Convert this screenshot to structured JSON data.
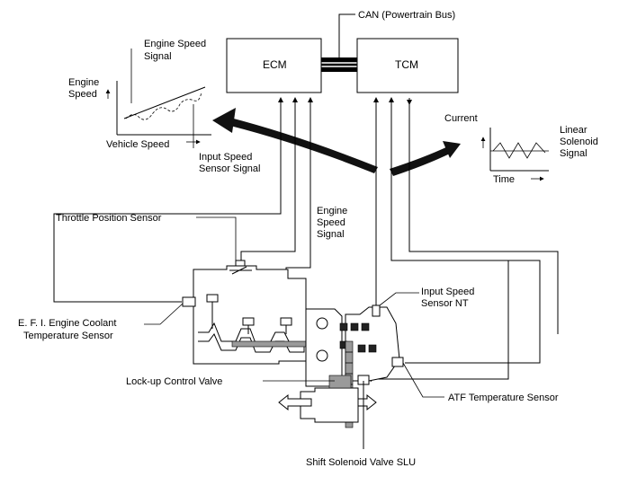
{
  "labels": {
    "can_bus": "CAN (Powertrain Bus)",
    "ecm": "ECM",
    "tcm": "TCM",
    "engine_speed_signal_top_1": "Engine Speed",
    "engine_speed_signal_top_2": "Signal",
    "engine_speed_axis_1": "Engine",
    "engine_speed_axis_2": "Speed",
    "vehicle_speed": "Vehicle Speed",
    "input_speed_sensor_signal_1": "Input Speed",
    "input_speed_sensor_signal_2": "Sensor Signal",
    "current": "Current",
    "linear_solenoid_signal_1": "Linear",
    "linear_solenoid_signal_2": "Solenoid",
    "linear_solenoid_signal_3": "Signal",
    "time": "Time",
    "throttle_position_sensor": "Throttle Position Sensor",
    "engine_speed_signal_mid_1": "Engine",
    "engine_speed_signal_mid_2": "Speed",
    "engine_speed_signal_mid_3": "Signal",
    "input_speed_sensor_nt_1": "Input Speed",
    "input_speed_sensor_nt_2": "Sensor NT",
    "efi_coolant_1": "E. F. I. Engine Coolant",
    "efi_coolant_2": "Temperature Sensor",
    "lockup_control_valve": "Lock-up Control Valve",
    "atf_temperature_sensor": "ATF Temperature Sensor",
    "shift_solenoid_valve_slu": "Shift Solenoid Valve SLU"
  }
}
